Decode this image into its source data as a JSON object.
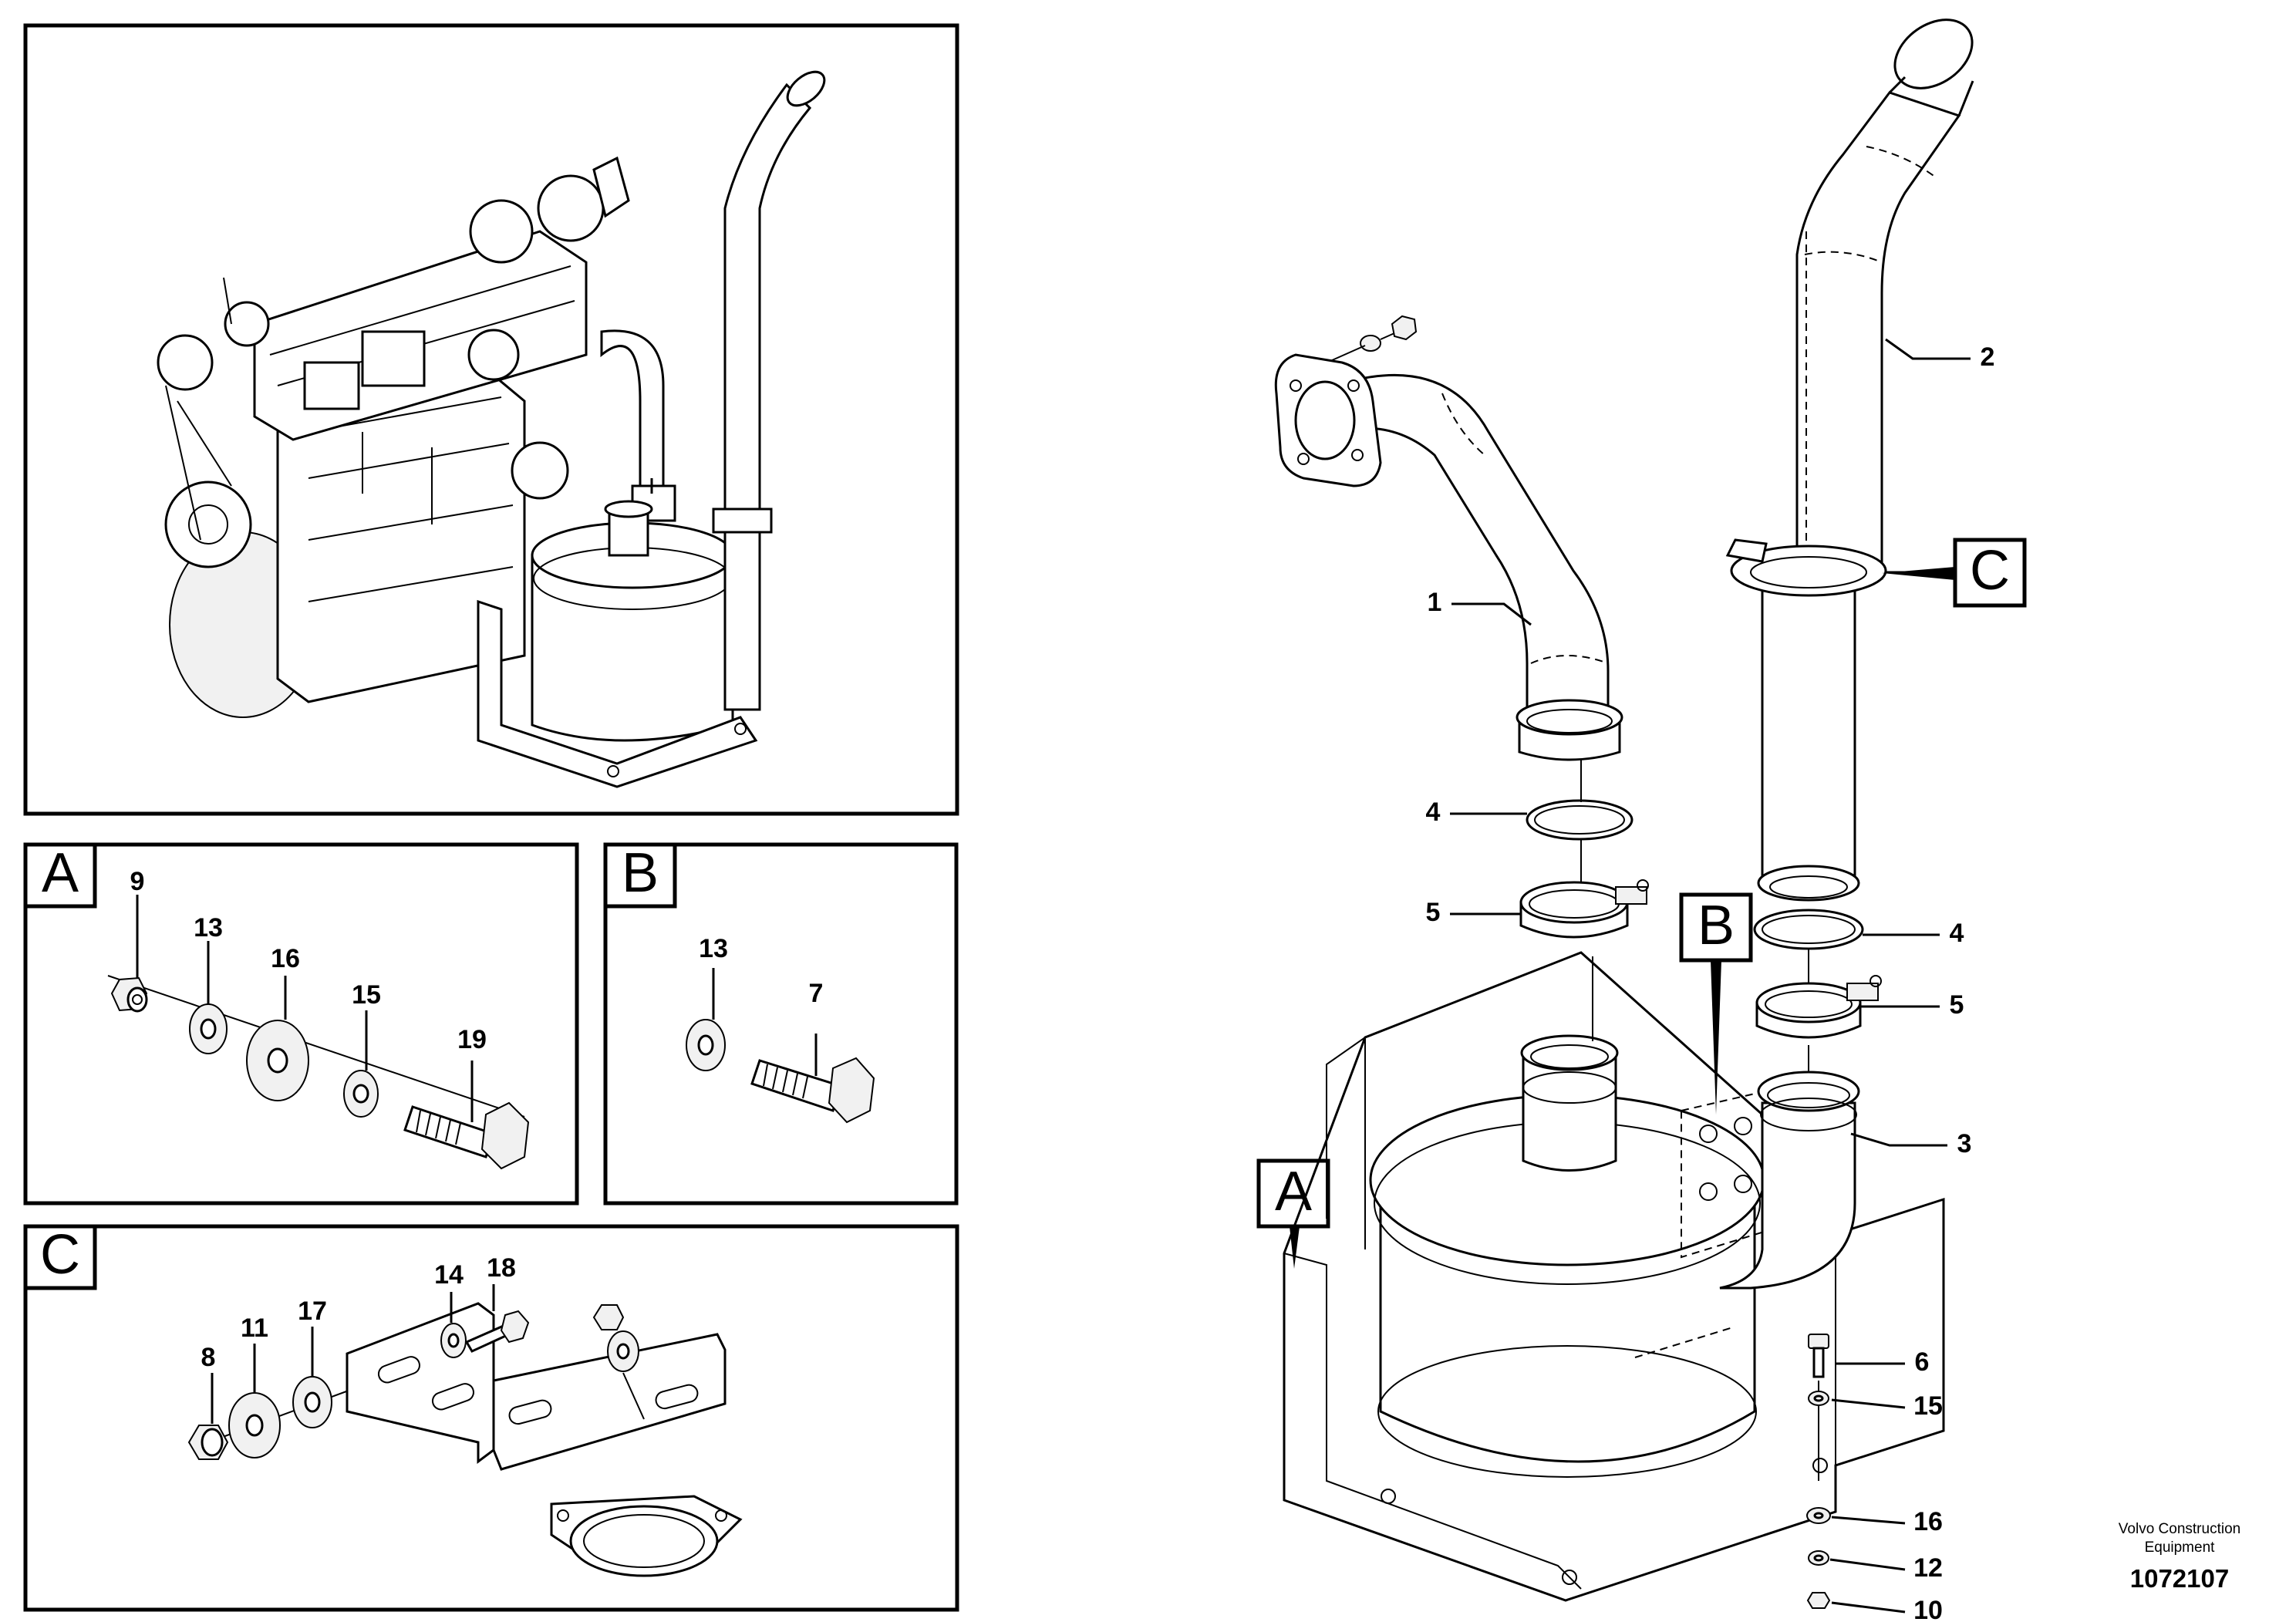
{
  "callouts": {
    "A": "A",
    "B": "B",
    "C": "C"
  },
  "labels": {
    "main_1": "1",
    "main_2": "2",
    "main_3": "3",
    "main_4_left": "4",
    "main_5_left": "5",
    "main_4_right": "4",
    "main_5_right": "5",
    "main_6": "6",
    "main_15": "15",
    "main_16": "16",
    "main_12": "12",
    "main_10": "10",
    "a_9": "9",
    "a_13": "13",
    "a_16": "16",
    "a_15": "15",
    "a_19": "19",
    "b_13": "13",
    "b_7": "7",
    "c_8": "8",
    "c_11": "11",
    "c_17": "17",
    "c_14": "14",
    "c_18": "18"
  },
  "footer": {
    "line1": "Volvo Construction",
    "line2": "Equipment",
    "number": "1072107"
  }
}
